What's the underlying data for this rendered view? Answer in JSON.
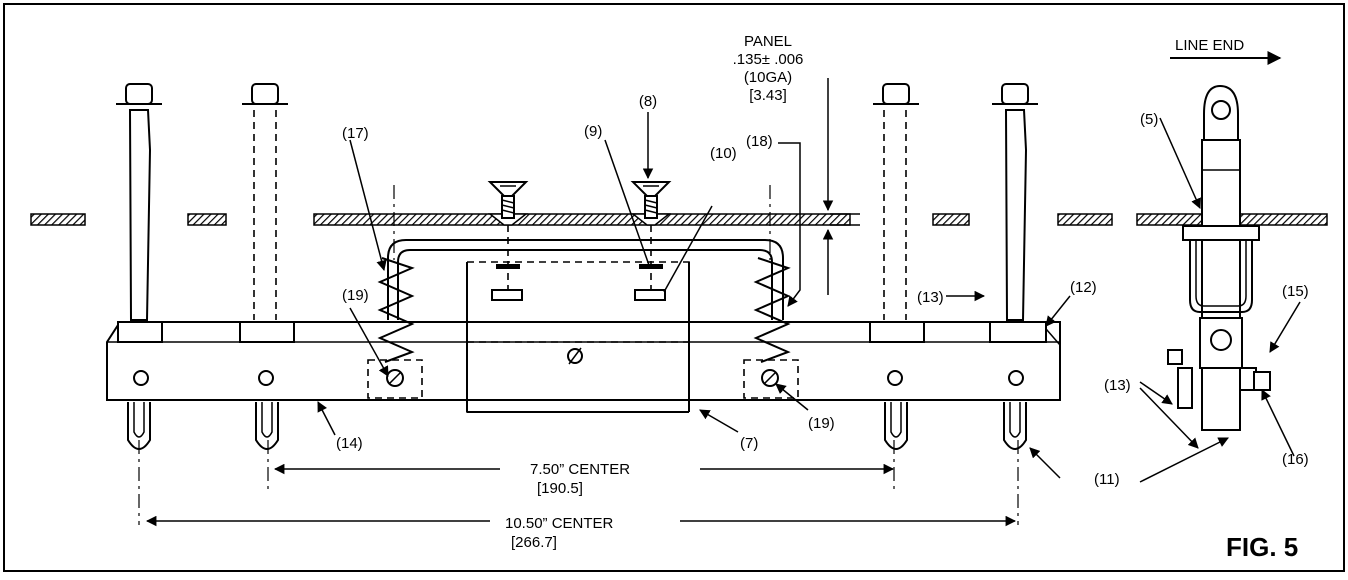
{
  "figure": {
    "fig_label": "FIG. 5",
    "panel": {
      "title": "PANEL",
      "thickness": ".135± .006",
      "gauge": "(10GA)",
      "metric": "[3.43]"
    },
    "line_end": "LINE END",
    "dimensions": {
      "inner_center": "7.50”  CENTER",
      "inner_metric": "[190.5]",
      "outer_center": "10.50”  CENTER",
      "outer_metric": "[266.7]"
    },
    "callouts": {
      "c5": "(5)",
      "c7": "(7)",
      "c8": "(8)",
      "c9": "(9)",
      "c10": "(10)",
      "c11": "(11)",
      "c12": "(12)",
      "c13a": "(13)",
      "c13b": "(13)",
      "c14": "(14)",
      "c15": "(15)",
      "c16": "(16)",
      "c17": "(17)",
      "c18": "(18)",
      "c19a": "(19)",
      "c19b": "(19)"
    }
  }
}
